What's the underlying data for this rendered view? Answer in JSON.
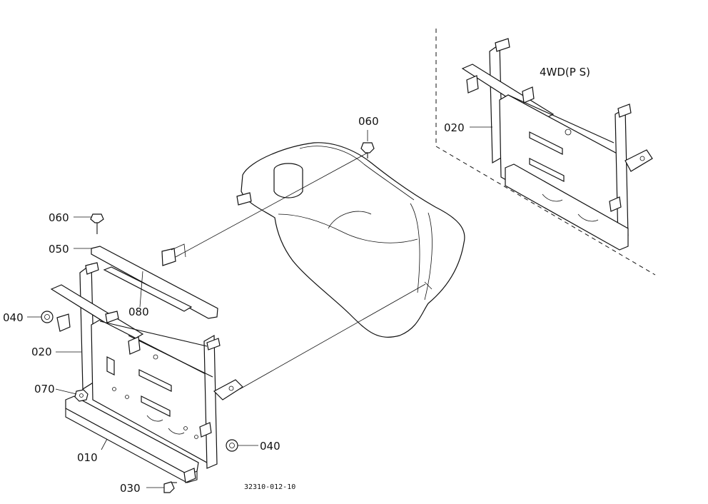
{
  "callouts": {
    "c060_top": "060",
    "c060_left": "060",
    "c050": "050",
    "c080": "080",
    "c040_left": "040",
    "c020_left": "020",
    "c070": "070",
    "c010": "010",
    "c030": "030",
    "c040_right": "040",
    "c020_inset": "020"
  },
  "inset_title": "4WD(P S)",
  "figure_code": "32310-012-10"
}
